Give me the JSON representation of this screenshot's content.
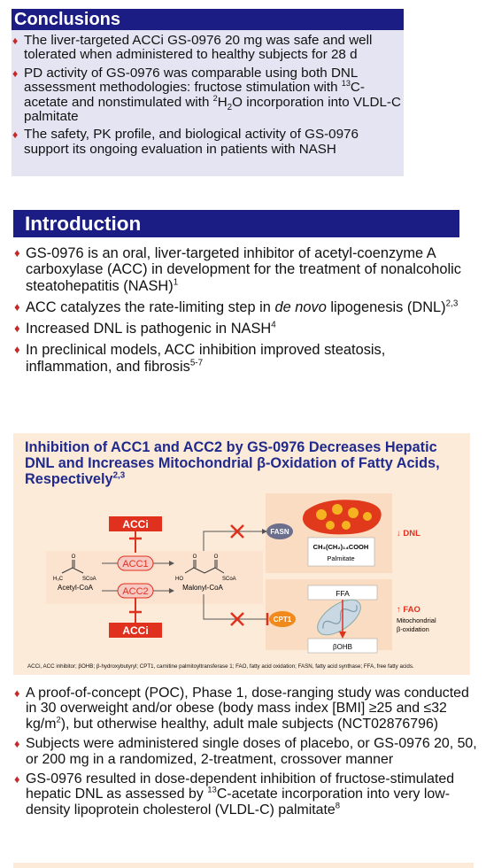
{
  "conclusions": {
    "title": "Conclusions",
    "bullets": [
      {
        "html": "The liver-targeted ACCi GS-0976 20 mg was safe and well tolerated when administered to healthy subjects for 28 d"
      },
      {
        "html": "PD activity of GS-0976 was comparable using both DNL assessment methodologies: fructose stimulation with <sup>13</sup>C-acetate and nonstimulated with <sup>2</sup>H<sub>2</sub>O incorporation into VLDL-C palmitate"
      },
      {
        "html": "The safety, PK profile, and biological activity of GS-0976 support its ongoing evaluation in patients with NASH"
      }
    ]
  },
  "introduction": {
    "title": "Introduction",
    "bullets": [
      {
        "html": "GS-0976 is an oral, liver-targeted inhibitor of acetyl-coenzyme A carboxylase (ACC) in development for the treatment of nonalcoholic steatohepatitis (NASH)<sup>1</sup>"
      },
      {
        "html": "ACC catalyzes the rate-limiting step in <i>de novo</i> lipogenesis (DNL)<sup>2,3</sup>"
      },
      {
        "html": "Increased DNL is pathogenic in NASH<sup>4</sup>"
      },
      {
        "html": "In preclinical models, ACC inhibition improved steatosis, inflammation, and fibrosis<sup>5-7</sup>"
      }
    ]
  },
  "figure": {
    "title_html": "Inhibition of ACC1 and ACC2 by GS-0976 Decreases Hepatic DNL and Increases Mitochondrial β-Oxidation of Fatty Acids, Respectively<sup>2,3</sup>",
    "acci_top": "ACCi",
    "acci_bottom": "ACCi",
    "acc1": "ACC1",
    "acc2": "ACC2",
    "acetyl_coa": "Acetyl-CoA",
    "malonyl_coa": "Malonyl-CoA",
    "h3c": "H₃C",
    "scoa": "SCoA",
    "ho": "HO",
    "fasn": "FASN",
    "cpt1": "CPT1",
    "palmitate_formula": "CH₃(CH₂)₁₄COOH",
    "palmitate": "Palmitate",
    "ffa": "FFA",
    "bohb": "βOHB",
    "dnl_label": "↓ DNL",
    "fao_label": "↑ FAO",
    "mito_label_1": "Mitochondrial",
    "mito_label_2": "β-oxidation",
    "footnote": "ACCi, ACC inhibitor; βOHB; β-hydroxybutyryl; CPT1, carnitine palmitoyltransferase 1; FAO, fatty acid oxidation; FASN, fatty acid synthase; FFA, free fatty acids.",
    "colors": {
      "red": "#e0301e",
      "acc_fill": "#f6c9c2",
      "panel": "#f9dcc2",
      "fasn": "#6b6e8c",
      "cpt1": "#f08a1c",
      "liver": "#e0391c",
      "fat": "#f6b321"
    }
  },
  "poc": {
    "bullets": [
      {
        "html": "A proof-of-concept (POC), Phase 1, dose-ranging study was conducted in 30 overweight and/or obese (body mass index [BMI] ≥25 and ≤32 kg/m<sup>2</sup>), but otherwise healthy, adult male subjects (NCT02876796)"
      },
      {
        "html": "Subjects were administered single doses of placebo, or GS-0976 20, 50, or 200 mg in a randomized, 2-treatment, crossover manner"
      },
      {
        "html": "GS-0976 resulted in dose-dependent inhibition of fructose-stimulated hepatic DNL as assessed by <sup>13</sup>C-acetate incorporation into very low-density lipoprotein cholesterol (VLDL-C) palmitate<sup>8</sup>"
      }
    ]
  }
}
